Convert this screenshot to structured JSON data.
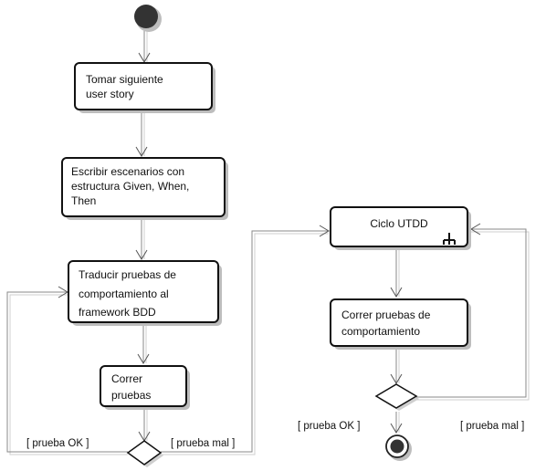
{
  "diagram": {
    "actions": {
      "tomar": [
        "Tomar siguiente",
        "user story"
      ],
      "escribir": [
        "Escribir escenarios con",
        "estructura Given, When,",
        "Then"
      ],
      "traducir": [
        "Traducir pruebas de",
        "comportamiento al",
        "framework BDD"
      ],
      "correr": [
        "Correr",
        "pruebas"
      ],
      "ciclo": [
        "Ciclo UTDD"
      ],
      "correr_comp": [
        "Correr pruebas de",
        "comportamiento"
      ]
    },
    "guards": {
      "left_ok": "[ prueba OK ]",
      "left_mal": "[ prueba mal ]",
      "right_ok": "[ prueba OK ]",
      "right_mal": "[ prueba mal ]"
    },
    "colors": {
      "action_border": "#111111",
      "action_fill": "#ffffff",
      "flow_line": "#8a8a8a",
      "node_fill": "#333333"
    }
  }
}
